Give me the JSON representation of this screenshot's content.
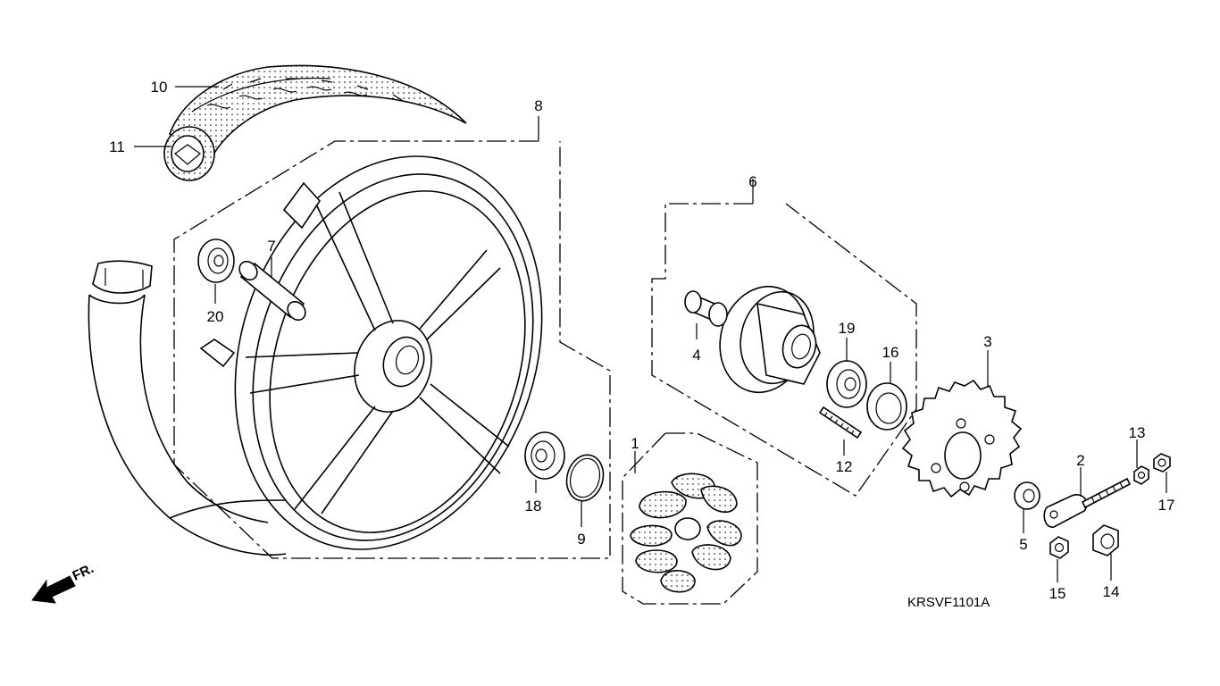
{
  "diagram_code": "KRSVF1101A",
  "direction_label": "FR.",
  "parts": [
    {
      "id": "1",
      "label": "1"
    },
    {
      "id": "2",
      "label": "2"
    },
    {
      "id": "3",
      "label": "3"
    },
    {
      "id": "4",
      "label": "4"
    },
    {
      "id": "5",
      "label": "5"
    },
    {
      "id": "6",
      "label": "6"
    },
    {
      "id": "7",
      "label": "7"
    },
    {
      "id": "8",
      "label": "8"
    },
    {
      "id": "9",
      "label": "9"
    },
    {
      "id": "10",
      "label": "10"
    },
    {
      "id": "11",
      "label": "11"
    },
    {
      "id": "12",
      "label": "12"
    },
    {
      "id": "13",
      "label": "13"
    },
    {
      "id": "14",
      "label": "14"
    },
    {
      "id": "15",
      "label": "15"
    },
    {
      "id": "16",
      "label": "16"
    },
    {
      "id": "17",
      "label": "17"
    },
    {
      "id": "18",
      "label": "18"
    },
    {
      "id": "19",
      "label": "19"
    },
    {
      "id": "20",
      "label": "20"
    }
  ]
}
